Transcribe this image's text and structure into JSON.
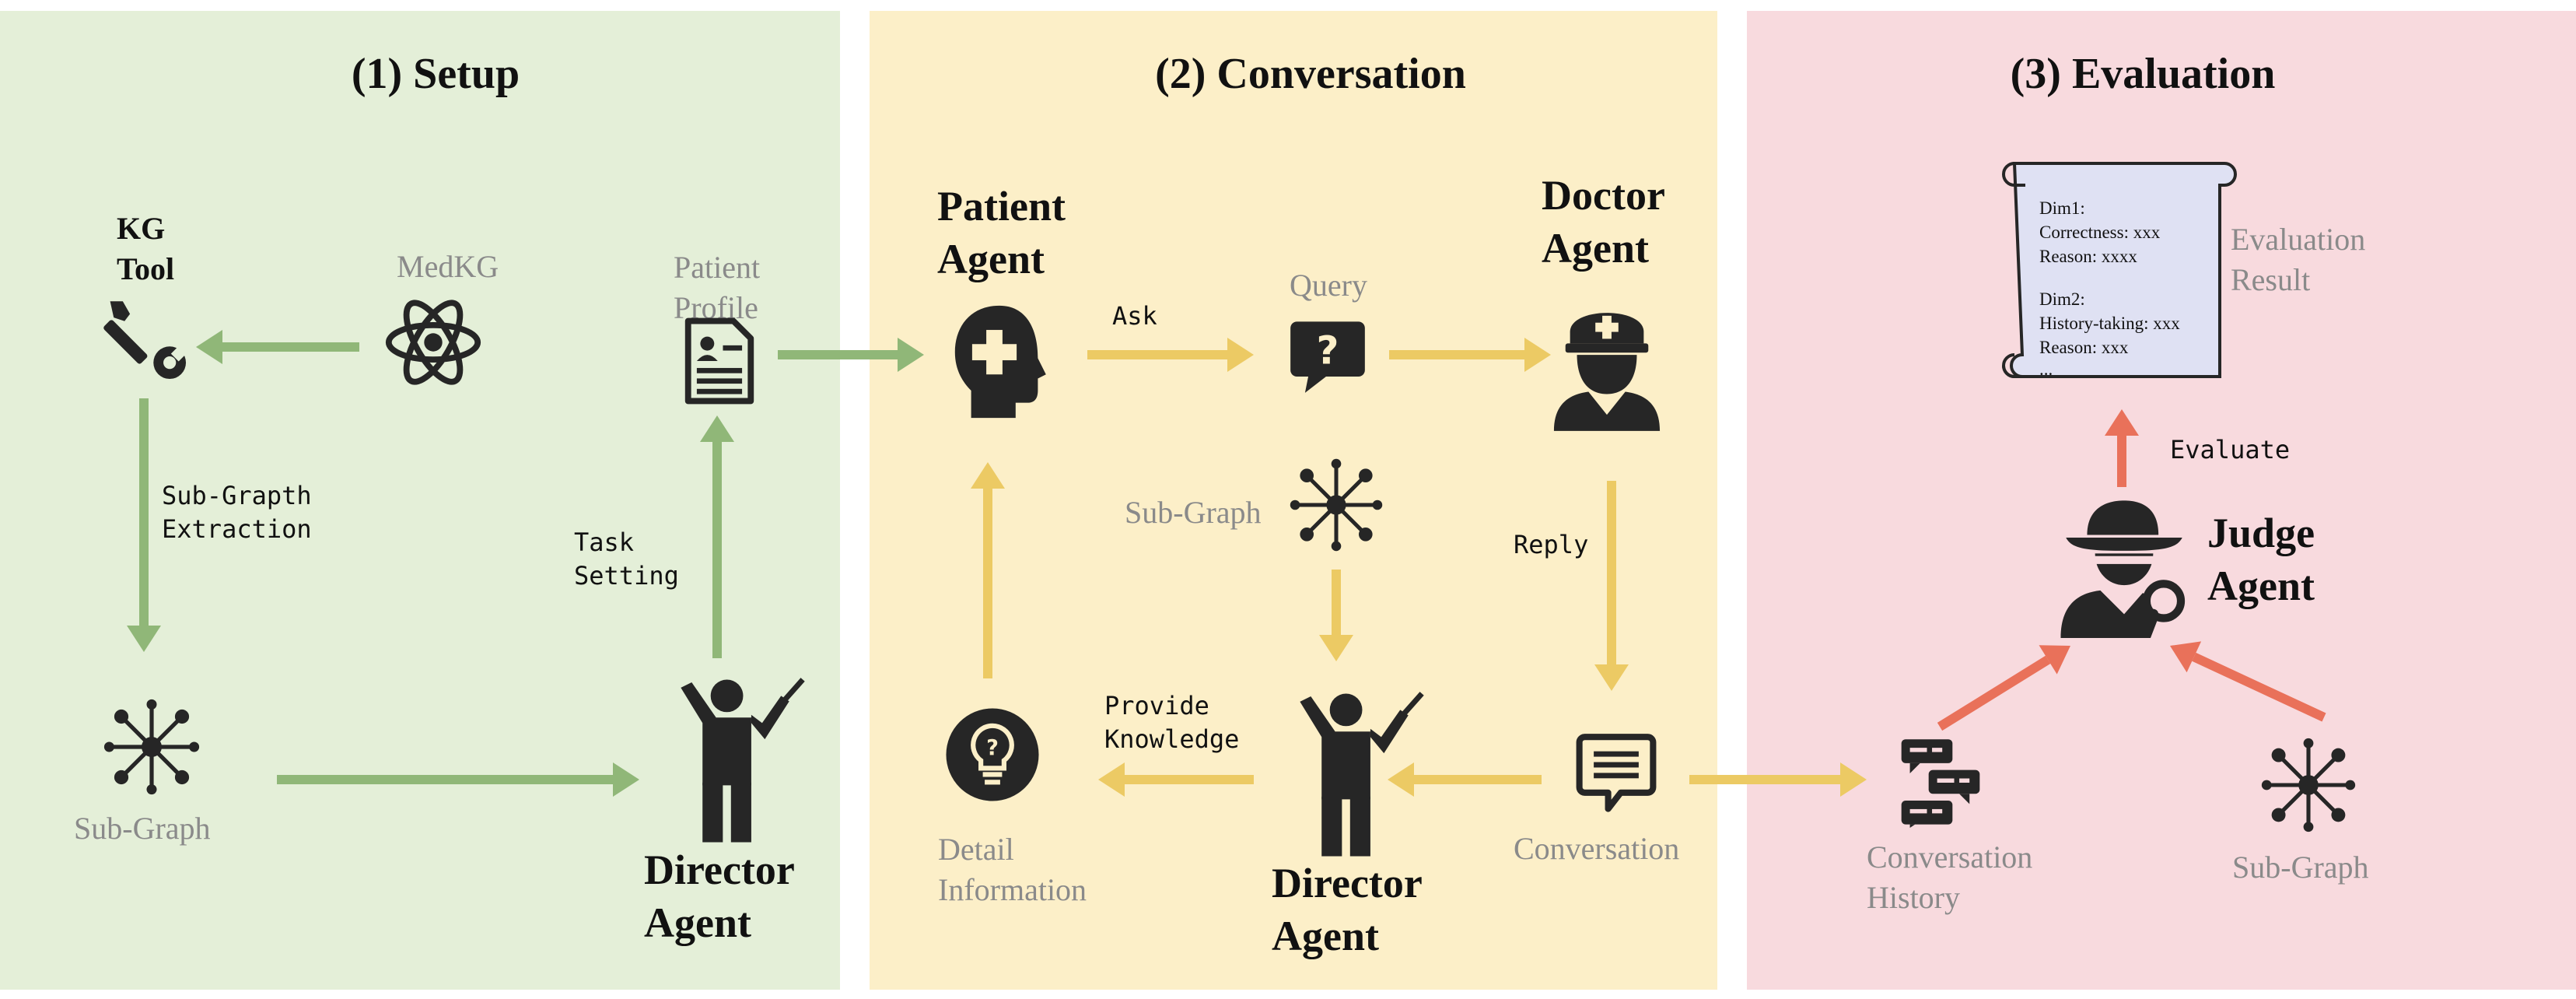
{
  "colors": {
    "setup_bg": "#e4efd8",
    "conversation_bg": "#fcefc8",
    "evaluation_bg": "#f8dade",
    "setup_arrow": "#90b778",
    "conversation_arrow": "#ecca64",
    "evaluation_arrow": "#e9715a",
    "icon": "#262626"
  },
  "setup": {
    "title": "(1) Setup",
    "kg_tool": [
      "KG",
      "Tool"
    ],
    "medkg": "MedKG",
    "patient_profile": [
      "Patient",
      "Profile"
    ],
    "subgraph_extraction": [
      "Sub-Grapth",
      "Extraction"
    ],
    "task_setting": [
      "Task",
      "Setting"
    ],
    "subgraph": "Sub-Graph",
    "director_agent": [
      "Director",
      "Agent"
    ]
  },
  "conversation": {
    "title": "(2) Conversation",
    "patient_agent": [
      "Patient",
      "Agent"
    ],
    "ask": "Ask",
    "query": "Query",
    "doctor_agent": [
      "Doctor",
      "Agent"
    ],
    "subgraph": "Sub-Graph",
    "reply": "Reply",
    "provide_knowledge": [
      "Provide",
      "Knowledge"
    ],
    "detail_information": [
      "Detail",
      "Information"
    ],
    "director_agent": [
      "Director",
      "Agent"
    ],
    "conversation": "Conversation"
  },
  "evaluation": {
    "title": "(3) Evaluation",
    "evaluation_result": [
      "Evaluation",
      "Result"
    ],
    "scroll_lines": [
      "Dim1:",
      "Correctness: xxx",
      "Reason: xxxx",
      "Dim2:",
      "History-taking: xxx",
      "Reason: xxx",
      "..."
    ],
    "evaluate": "Evaluate",
    "judge_agent": [
      "Judge",
      "Agent"
    ],
    "conversation_history": [
      "Conversation",
      "History"
    ],
    "subgraph": "Sub-Graph"
  }
}
